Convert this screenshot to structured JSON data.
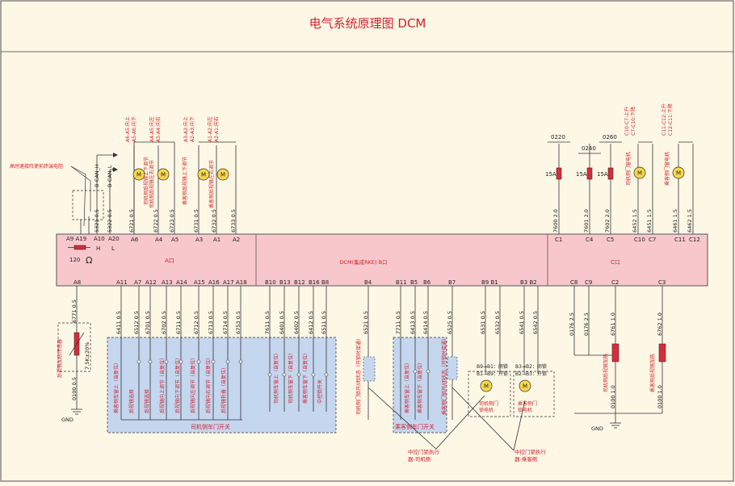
{
  "title": "电气系统原理图 DCM",
  "blocks": {
    "a": "A口",
    "b": "DCM(集成RKE) B口",
    "c": "C口"
  },
  "terminating": {
    "label": "高时速接阵使前终端电阻",
    "resistance": "120",
    "ohm": "Ω",
    "h": "H",
    "l": "L"
  },
  "can": {
    "h_pin": "A10",
    "l_pin": "A20",
    "h_name": "B-CAN_H",
    "l_name": "B-CAN_L",
    "h_wire": "5321 0.5",
    "l_wire": "5322 0.5",
    "pins_a9_a19": "A9 A19"
  },
  "mirror_notes": {
    "n1": "A6-A5:向上\nA5-A6:向下",
    "n2": "A4-A5:向左\nA5-A4:向右",
    "n3": "A3-A2:向上\nA2-A3:向下",
    "n4": "A1-A2:向左\nA2-A1:向右"
  },
  "motors_top": {
    "m1": "司机侧后视镜上下调节",
    "m2": "司机侧后视镜左右调节",
    "m3": "乘客侧后视镜上下调节",
    "m4": "乘客侧后视镜左右调节"
  },
  "a_top_pins": [
    {
      "pin": "A6",
      "wire": "6721 0.5"
    },
    {
      "pin": "A4",
      "wire": "6722 0.5"
    },
    {
      "pin": "A5",
      "wire": "6723 0.5"
    },
    {
      "pin": "A3",
      "wire": "6731 0.5"
    },
    {
      "pin": "A1",
      "wire": "6732 0.5"
    },
    {
      "pin": "A2",
      "wire": "6733 0.5"
    }
  ],
  "c_top": {
    "fuse_labels": [
      "0220",
      "0240",
      "0260"
    ],
    "fuse_amps": [
      "15A",
      "15A",
      "15A"
    ],
    "pins": [
      {
        "pin": "C1",
        "wire": "7600 2.0"
      },
      {
        "pin": "C4",
        "wire": "7601 2.0"
      },
      {
        "pin": "C5",
        "wire": "7602 2.0"
      },
      {
        "pin": "C10",
        "wire": "6452 1.5"
      },
      {
        "pin": "C7",
        "wire": "6451 1.5"
      },
      {
        "pin": "C11",
        "wire": "6461 1.5"
      },
      {
        "pin": "C12",
        "wire": "6462 1.5"
      }
    ],
    "motor_d": "司机侧门窗电机",
    "motor_p": "乘客侧门窗电机",
    "note_d": "C10-C7:上升\nC7-C10:下降",
    "note_p": "C11-C12:上升\nC12-C11:下降"
  },
  "bottom_left": {
    "a8": "A8",
    "wire": "6771 0.5",
    "sensor": "后视镜加热传感器",
    "resistor": "7.5K±20%",
    "gnd_wire": "0100 0.5",
    "gnd": "GND"
  },
  "a_bottom_pins": [
    {
      "pin": "A11",
      "wire": "6411 0.5"
    },
    {
      "pin": "A7",
      "wire": "6512 0.5"
    },
    {
      "pin": "A12",
      "wire": "6701 0.5"
    },
    {
      "pin": "A13",
      "wire": "6702 0.5"
    },
    {
      "pin": "A14",
      "wire": "6711 0.5"
    },
    {
      "pin": "A15",
      "wire": "6712 0.5"
    },
    {
      "pin": "A16",
      "wire": "6713 0.5"
    },
    {
      "pin": "A17",
      "wire": "6714 0.5"
    },
    {
      "pin": "A18",
      "wire": "6753 0.5"
    }
  ],
  "driver_switch": {
    "labels": [
      "乘客侧车窗上（自复位）",
      "后视镜选择",
      "后视镜选择",
      "后视镜向上调节（自复位）",
      "后视镜向下调节（自复位）",
      "后视镜向左调节（自复位）",
      "后视镜向右调节（自复位）",
      "后视镜折叠（自复位）"
    ],
    "title": "司机侧车门开关"
  },
  "b_bottom_pins": [
    {
      "pin": "B10",
      "wire": "7611 0.5"
    },
    {
      "pin": "B13",
      "wire": "6401 0.5"
    },
    {
      "pin": "B12",
      "wire": "6402 0.5"
    },
    {
      "pin": "B16",
      "wire": "6412 0.5"
    },
    {
      "pin": "B8",
      "wire": "6511 0.5"
    }
  ],
  "driver_switch_b_labels": [
    "司机侧车窗上（自复位）",
    "司机侧车窗下（自复位）",
    "乘客侧车窗下（自复位）",
    "中控锁开关"
  ],
  "b4": {
    "pin": "B4",
    "wire": "6521 0.5",
    "label": "司机侧门锁开/闭状态（开锁时接通）"
  },
  "b_mid_pins": [
    {
      "pin": "B11",
      "wire": "7711 0.5"
    },
    {
      "pin": "B5",
      "wire": "6413 0.5"
    },
    {
      "pin": "B6",
      "wire": "6414 0.5"
    }
  ],
  "pass_switch": {
    "labels": [
      "乘客侧车窗上（自复位）",
      "乘客侧车窗下（自复位）"
    ],
    "title": "乘客侧车门开关"
  },
  "b7": {
    "pin": "B7",
    "wire": "6525 0.5",
    "label": "乘客侧门锁开/闭状态（开锁时接通）"
  },
  "b9b1": {
    "pins": "B9 B1",
    "w1": "6531 0.5",
    "w2": "6532 0.5",
    "note": "B9→B1：闭锁\nB1→B9：开锁",
    "motor": "司机侧门\n锁电机"
  },
  "b3b2": {
    "pins": "B3 B2",
    "w1": "6541 0.5",
    "w2": "6542 0.5",
    "note": "B3→B2：闭锁\nB2→B3：开锁",
    "motor": "乘客侧门\n锁电机"
  },
  "actuator_d": "中控门锁执行\n器-司机侧",
  "actuator_p": "中控门锁执行\n器-乘客侧",
  "c_bottom": {
    "pins": [
      {
        "pin": "C8",
        "wire": "0176 2.5"
      },
      {
        "pin": "C9",
        "wire": "0176 2.5"
      },
      {
        "pin": "C2",
        "wire": "6761 1.0"
      },
      {
        "pin": "C3",
        "wire": "6762 1.0"
      }
    ],
    "heater_d": "司机侧后视镜加热",
    "heater_p": "乘客侧后视镜加热",
    "gnd_w1": "0100 1.0",
    "gnd_w2": "0100 1.0",
    "gnd": "GND"
  },
  "colors": {
    "ecu_fill": "#f8c7cc",
    "switch_fill": "#c5d6ef",
    "motor_fill": "#f7d64a",
    "red_text": "#d2232a",
    "fuse": "#d92b3a"
  }
}
